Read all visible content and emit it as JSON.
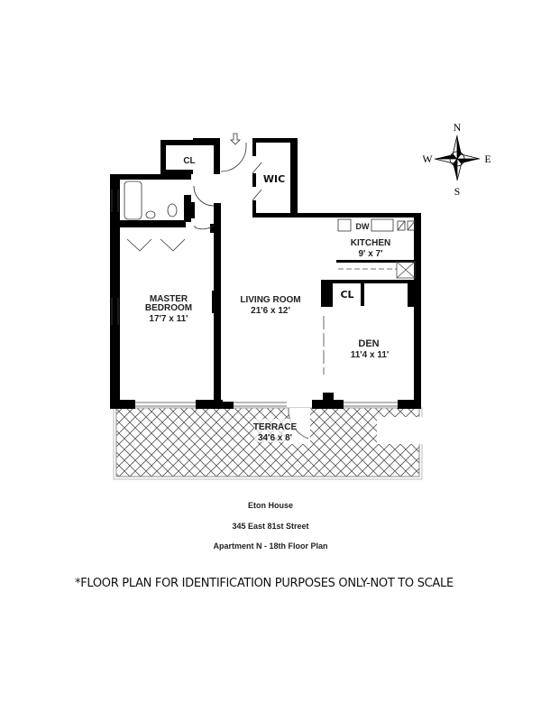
{
  "rooms": {
    "closet_entry": "CL",
    "wic": "WIC",
    "kitchen": {
      "name": "KITCHEN",
      "size": "9' x 7'"
    },
    "dishwasher": "DW",
    "master_bedroom": {
      "name_line1": "MASTER",
      "name_line2": "BEDROOM",
      "size": "17'7 x 11'"
    },
    "living_room": {
      "name": "LIVING ROOM",
      "size": "21'6 x 12'"
    },
    "den_closet": "CL",
    "den": {
      "name": "DEN",
      "size": "11'4 x 11'"
    },
    "terrace": {
      "name": "TERRACE",
      "size": "34'6 x 8'"
    }
  },
  "compass": {
    "n": "N",
    "s": "S",
    "e": "E",
    "w": "W"
  },
  "caption": {
    "building": "Eton House",
    "address": "345 East 81st Street",
    "unit": "Apartment N - 18th Floor Plan"
  },
  "disclaimer": "*FLOOR PLAN FOR IDENTIFICATION PURPOSES ONLY-NOT TO SCALE"
}
